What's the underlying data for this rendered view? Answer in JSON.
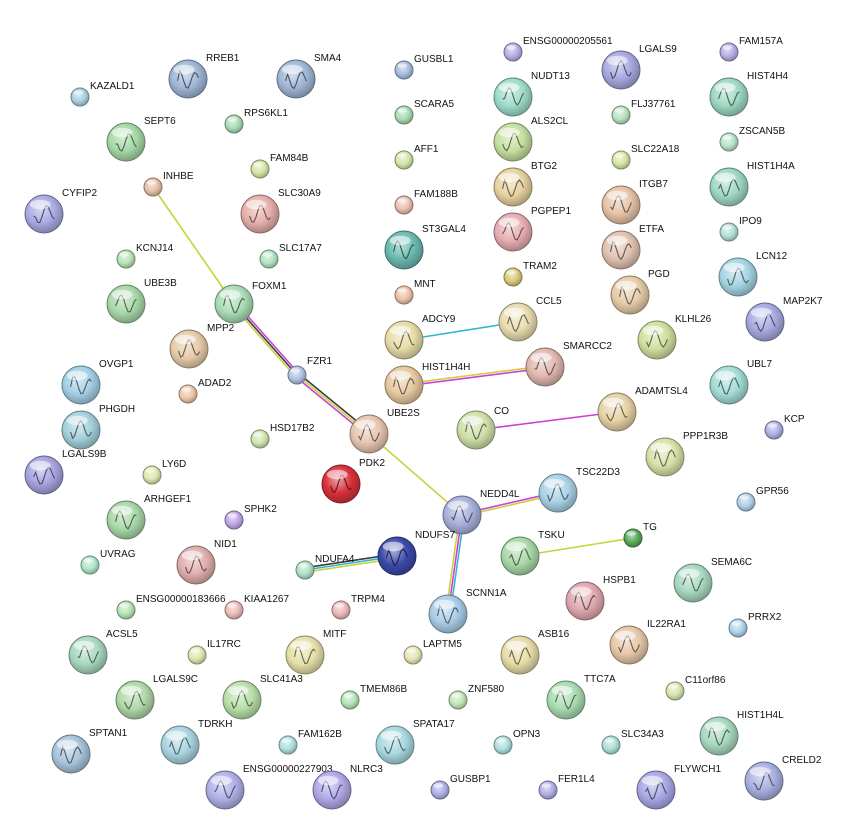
{
  "graph": {
    "nodes": [
      {
        "id": "KAZALD1",
        "color": "#a9d3e0",
        "size": "s",
        "structure": false
      },
      {
        "id": "RREB1",
        "color": "#9fb6d6",
        "size": "l",
        "structure": true
      },
      {
        "id": "SMA4",
        "color": "#9fb6d6",
        "size": "l",
        "structure": true
      },
      {
        "id": "GUSBL1",
        "color": "#a8bfe0",
        "size": "s",
        "structure": false
      },
      {
        "id": "ENSG00000205561",
        "color": "#b7b0e6",
        "size": "s",
        "structure": false
      },
      {
        "id": "LGALS9",
        "color": "#a7a9e0",
        "size": "l",
        "structure": true
      },
      {
        "id": "FAM157A",
        "color": "#b7b0e6",
        "size": "s",
        "structure": false
      },
      {
        "id": "NUDT13",
        "color": "#9fdcc9",
        "size": "l",
        "structure": true
      },
      {
        "id": "HIST4H4",
        "color": "#9fd8c2",
        "size": "l",
        "structure": true
      },
      {
        "id": "RPS6KL1",
        "color": "#a9dcb5",
        "size": "s",
        "structure": false
      },
      {
        "id": "SCARA5",
        "color": "#a9dcb5",
        "size": "s",
        "structure": false
      },
      {
        "id": "FLJ37761",
        "color": "#b7e4c0",
        "size": "s",
        "structure": false
      },
      {
        "id": "SEPT6",
        "color": "#a6d8a6",
        "size": "l",
        "structure": true
      },
      {
        "id": "ALS2CL",
        "color": "#c5e0a0",
        "size": "l",
        "structure": true
      },
      {
        "id": "ZSCAN5B",
        "color": "#b7e4c9",
        "size": "s",
        "structure": false
      },
      {
        "id": "FAM84B",
        "color": "#d5e6a8",
        "size": "s",
        "structure": false
      },
      {
        "id": "AFF1",
        "color": "#d5e6a8",
        "size": "s",
        "structure": false
      },
      {
        "id": "SLC22A18",
        "color": "#d5e6a8",
        "size": "s",
        "structure": false
      },
      {
        "id": "INHBE",
        "color": "#e7c2a8",
        "size": "s",
        "structure": false
      },
      {
        "id": "BTG2",
        "color": "#e6d2a1",
        "size": "l",
        "structure": true
      },
      {
        "id": "HIST1H4A",
        "color": "#9fd8c2",
        "size": "l",
        "structure": true
      },
      {
        "id": "CYFIP2",
        "color": "#a9abe3",
        "size": "l",
        "structure": true
      },
      {
        "id": "SLC30A9",
        "color": "#e6aeaa",
        "size": "l",
        "structure": true
      },
      {
        "id": "FAM188B",
        "color": "#ebc0b3",
        "size": "s",
        "structure": false
      },
      {
        "id": "ITGB7",
        "color": "#e6c2a6",
        "size": "l",
        "structure": true
      },
      {
        "id": "PGPEP1",
        "color": "#e6aeb2",
        "size": "l",
        "structure": true
      },
      {
        "id": "ST3GAL4",
        "color": "#6bbab0",
        "size": "l",
        "structure": true
      },
      {
        "id": "ETFA",
        "color": "#e0c2b0",
        "size": "l",
        "structure": true
      },
      {
        "id": "IPO9",
        "color": "#b2e0d8",
        "size": "s",
        "structure": false
      },
      {
        "id": "KCNJ14",
        "color": "#b7e4b7",
        "size": "s",
        "structure": false
      },
      {
        "id": "SLC17A7",
        "color": "#b2e4c4",
        "size": "s",
        "structure": false
      },
      {
        "id": "LCN12",
        "color": "#a4d4e2",
        "size": "l",
        "structure": true
      },
      {
        "id": "TRAM2",
        "color": "#d8cc7a",
        "size": "s",
        "structure": false
      },
      {
        "id": "MNT",
        "color": "#ecc3a8",
        "size": "s",
        "structure": false
      },
      {
        "id": "UBE3B",
        "color": "#a8d8a8",
        "size": "l",
        "structure": true
      },
      {
        "id": "FOXM1",
        "color": "#a9dcb5",
        "size": "l",
        "structure": true
      },
      {
        "id": "PGD",
        "color": "#e6cba8",
        "size": "l",
        "structure": true
      },
      {
        "id": "CCL5",
        "color": "#e8dcae",
        "size": "l",
        "structure": true
      },
      {
        "id": "MAP2K7",
        "color": "#a7a9e0",
        "size": "l",
        "structure": true
      },
      {
        "id": "ADCY9",
        "color": "#e6dca6",
        "size": "l",
        "structure": true
      },
      {
        "id": "MPP2",
        "color": "#e6cba8",
        "size": "l",
        "structure": true
      },
      {
        "id": "KLHL26",
        "color": "#cfe0a0",
        "size": "l",
        "structure": true
      },
      {
        "id": "SMARCC2",
        "color": "#e0b8b0",
        "size": "l",
        "structure": true
      },
      {
        "id": "FZR1",
        "color": "#b0c4e6",
        "size": "s",
        "structure": false
      },
      {
        "id": "OVGP1",
        "color": "#a4cfe6",
        "size": "l",
        "structure": true
      },
      {
        "id": "HIST1H4H",
        "color": "#e6c8a0",
        "size": "l",
        "structure": true
      },
      {
        "id": "UBL7",
        "color": "#a4dcd6",
        "size": "l",
        "structure": true
      },
      {
        "id": "ADAD2",
        "color": "#ecc8ac",
        "size": "s",
        "structure": false
      },
      {
        "id": "ADAMTSL4",
        "color": "#e6d2a6",
        "size": "l",
        "structure": true
      },
      {
        "id": "PHGDH",
        "color": "#a4d0dc",
        "size": "l",
        "structure": true
      },
      {
        "id": "UBE2S",
        "color": "#e6c6b0",
        "size": "l",
        "structure": true
      },
      {
        "id": "KCP",
        "color": "#b0b0e6",
        "size": "s",
        "structure": false
      },
      {
        "id": "HSD17B2",
        "color": "#d0e6b0",
        "size": "s",
        "structure": false
      },
      {
        "id": "CO",
        "color": "#d0e0a8",
        "size": "l",
        "structure": true
      },
      {
        "id": "PPP1R3B",
        "color": "#d6e2a8",
        "size": "l",
        "structure": true
      },
      {
        "id": "LGALS9B",
        "color": "#a7a3e0",
        "size": "l",
        "structure": true
      },
      {
        "id": "LY6D",
        "color": "#e0e6b0",
        "size": "s",
        "structure": false
      },
      {
        "id": "PDK2",
        "color": "#d8303a",
        "size": "l",
        "structure": true
      },
      {
        "id": "TSC22D3",
        "color": "#a8d2e6",
        "size": "l",
        "structure": true
      },
      {
        "id": "NEDD4L",
        "color": "#a8b0dc",
        "size": "l",
        "structure": true
      },
      {
        "id": "GPR56",
        "color": "#b0d0ec",
        "size": "s",
        "structure": false
      },
      {
        "id": "ARHGEF1",
        "color": "#a8d8a8",
        "size": "l",
        "structure": true
      },
      {
        "id": "SPHK2",
        "color": "#c0a8e6",
        "size": "s",
        "structure": false
      },
      {
        "id": "NDUFS7",
        "color": "#3c4aa8",
        "size": "l",
        "structure": true
      },
      {
        "id": "TSKU",
        "color": "#a8d8a8",
        "size": "l",
        "structure": true
      },
      {
        "id": "TG",
        "color": "#5aaa5a",
        "size": "s",
        "structure": false
      },
      {
        "id": "NID1",
        "color": "#e0aeae",
        "size": "l",
        "structure": true
      },
      {
        "id": "NDUFA4",
        "color": "#b0e0c8",
        "size": "s",
        "structure": false
      },
      {
        "id": "UVRAG",
        "color": "#b0e6c8",
        "size": "s",
        "structure": false
      },
      {
        "id": "SEMA6C",
        "color": "#a8d8c0",
        "size": "l",
        "structure": true
      },
      {
        "id": "HSPB1",
        "color": "#e0a8b0",
        "size": "l",
        "structure": true
      },
      {
        "id": "SCNN1A",
        "color": "#a8cce6",
        "size": "l",
        "structure": true
      },
      {
        "id": "PRRX2",
        "color": "#b0d4ec",
        "size": "s",
        "structure": false
      },
      {
        "id": "ENSG00000183666",
        "color": "#b7e4b7",
        "size": "s",
        "structure": false
      },
      {
        "id": "KIAA1267",
        "color": "#ecbcb8",
        "size": "s",
        "structure": false
      },
      {
        "id": "TRPM4",
        "color": "#ecb8b8",
        "size": "s",
        "structure": false
      },
      {
        "id": "IL22RA1",
        "color": "#e6c8a8",
        "size": "l",
        "structure": true
      },
      {
        "id": "ACSL5",
        "color": "#a8d8c0",
        "size": "l",
        "structure": true
      },
      {
        "id": "IL17RC",
        "color": "#e0e6b0",
        "size": "s",
        "structure": false
      },
      {
        "id": "MITF",
        "color": "#e6e0a8",
        "size": "l",
        "structure": true
      },
      {
        "id": "LAPTM5",
        "color": "#e6e6b8",
        "size": "s",
        "structure": false
      },
      {
        "id": "ASB16",
        "color": "#e6dca8",
        "size": "l",
        "structure": true
      },
      {
        "id": "C11orf86",
        "color": "#d6e6b0",
        "size": "s",
        "structure": false
      },
      {
        "id": "LGALS9C",
        "color": "#b0d8a8",
        "size": "l",
        "structure": true
      },
      {
        "id": "SLC41A3",
        "color": "#b8e0a8",
        "size": "l",
        "structure": true
      },
      {
        "id": "TMEM86B",
        "color": "#b7e4b7",
        "size": "s",
        "structure": false
      },
      {
        "id": "ZNF580",
        "color": "#c4e6b7",
        "size": "s",
        "structure": false
      },
      {
        "id": "TTC7A",
        "color": "#a8dcb0",
        "size": "l",
        "structure": true
      },
      {
        "id": "HIST1H4L",
        "color": "#a8d8c0",
        "size": "l",
        "structure": true
      },
      {
        "id": "SPTAN1",
        "color": "#a8c4dc",
        "size": "l",
        "structure": true
      },
      {
        "id": "TDRKH",
        "color": "#a8d4e0",
        "size": "l",
        "structure": true
      },
      {
        "id": "FAM162B",
        "color": "#b0e0e0",
        "size": "s",
        "structure": false
      },
      {
        "id": "SPATA17",
        "color": "#a8d8e0",
        "size": "l",
        "structure": true
      },
      {
        "id": "OPN3",
        "color": "#b0e0e0",
        "size": "s",
        "structure": false
      },
      {
        "id": "SLC34A3",
        "color": "#b0e0d8",
        "size": "s",
        "structure": false
      },
      {
        "id": "ENSG00000227903",
        "color": "#b0b0e6",
        "size": "l",
        "structure": true
      },
      {
        "id": "NLRC3",
        "color": "#b0a8e6",
        "size": "l",
        "structure": true
      },
      {
        "id": "GUSBP1",
        "color": "#b0b0e6",
        "size": "s",
        "structure": false
      },
      {
        "id": "FER1L4",
        "color": "#b0b0e6",
        "size": "s",
        "structure": false
      },
      {
        "id": "FLYWCH1",
        "color": "#a8a8e6",
        "size": "l",
        "structure": true
      },
      {
        "id": "CRELD2",
        "color": "#a8b0e0",
        "size": "l",
        "structure": true
      }
    ],
    "edges": [
      {
        "source": "INHBE",
        "target": "FOXM1",
        "colors": [
          "#c8d23c"
        ]
      },
      {
        "source": "FOXM1",
        "target": "FZR1",
        "colors": [
          "#d040d0",
          "#3c3c3c",
          "#c8d23c"
        ]
      },
      {
        "source": "FZR1",
        "target": "UBE2S",
        "colors": [
          "#3c3c3c",
          "#c8d23c",
          "#d040d0"
        ]
      },
      {
        "source": "UBE2S",
        "target": "NEDD4L",
        "colors": [
          "#c8d23c"
        ]
      },
      {
        "source": "ADCY9",
        "target": "CCL5",
        "colors": [
          "#30b8d0"
        ]
      },
      {
        "source": "HIST1H4H",
        "target": "SMARCC2",
        "colors": [
          "#c8d23c",
          "#d040d0"
        ]
      },
      {
        "source": "CO",
        "target": "ADAMTSL4",
        "colors": [
          "#d040d0"
        ]
      },
      {
        "source": "NEDD4L",
        "target": "TSC22D3",
        "colors": [
          "#d040d0",
          "#c8d23c"
        ]
      },
      {
        "source": "NEDD4L",
        "target": "SCNN1A",
        "colors": [
          "#30b8d0",
          "#d040d0",
          "#c8d23c"
        ]
      },
      {
        "source": "NDUFA4",
        "target": "NDUFS7",
        "colors": [
          "#3c3c3c",
          "#30b8d0",
          "#c8d23c"
        ]
      },
      {
        "source": "TSKU",
        "target": "TG",
        "colors": [
          "#c8d23c"
        ]
      }
    ]
  }
}
